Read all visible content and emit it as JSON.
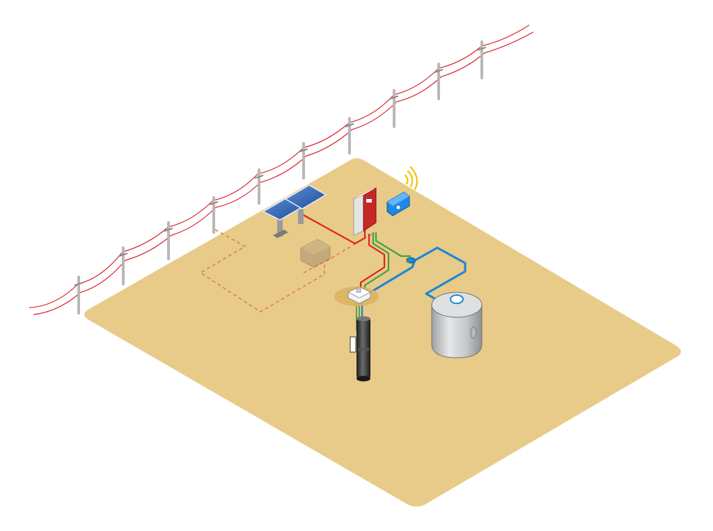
{
  "diagram": {
    "type": "isometric-solar-water-pump-system",
    "colors": {
      "ground": "#E8CB88",
      "power_line": "#D8232A",
      "solar_cable": "#E2231A",
      "ground_cable": "#43A047",
      "water_pipe": "#1E88D6",
      "dashed_cable": "#E07F3F",
      "inverter": "#C62828",
      "comm_module": "#1E88E5",
      "signal_waves": "#F2C200",
      "tank": "#C9CBCC",
      "pump": "#3A3A3A"
    },
    "components": [
      {
        "id": "utility-power-line",
        "icon": "power-line-icon"
      },
      {
        "id": "solar-panels",
        "icon": "solar-panel-icon"
      },
      {
        "id": "junction-box",
        "icon": "junction-box-icon"
      },
      {
        "id": "pump-controller",
        "icon": "inverter-icon"
      },
      {
        "id": "wireless-module",
        "icon": "wifi-module-icon"
      },
      {
        "id": "wellhead",
        "icon": "wellhead-icon"
      },
      {
        "id": "submersible-pump",
        "icon": "pump-icon"
      },
      {
        "id": "flow-sensor",
        "icon": "sensor-icon"
      },
      {
        "id": "water-tank",
        "icon": "tank-icon"
      }
    ]
  }
}
